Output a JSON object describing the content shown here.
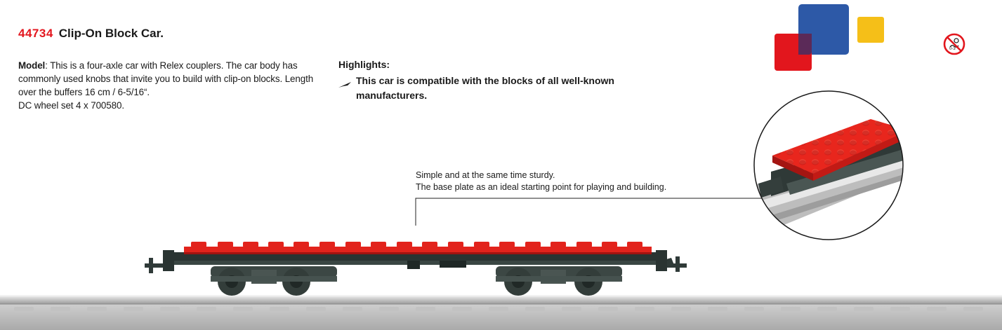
{
  "product": {
    "article_number": "44734",
    "name": "Clip-On Block Car."
  },
  "description": {
    "label": "Model",
    "separator": ":",
    "text": " This is a four-axle car with Relex couplers. The car body has commonly used knobs that invite you to build with clip-on blocks. Length over the buffers 16 cm / 6-5/16“.",
    "wheel_set": "DC wheel set 4 x 700580."
  },
  "highlights": {
    "title": "Highlights:",
    "items": [
      "This car is compatible with the blocks of all well-known manufacturers."
    ]
  },
  "callout": {
    "line1": "Simple and at the same time sturdy.",
    "line2": "The base plate as an ideal starting point for playing and building."
  },
  "brand_colors": {
    "red": "#e2161d",
    "blue": "#2d59a7",
    "yellow": "#f5bf18",
    "accent": "#e3161e"
  },
  "icons": {
    "age_warning": "not-suitable-for-children-icon",
    "bullet": "arrow-bullet-icon"
  }
}
